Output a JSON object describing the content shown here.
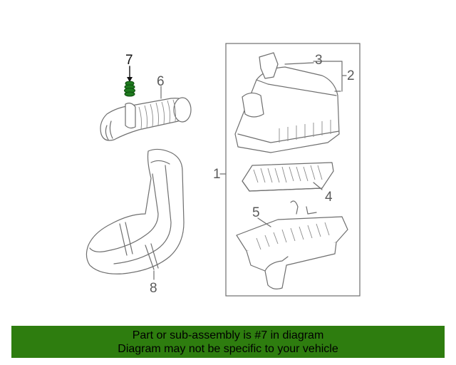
{
  "diagram": {
    "callouts": [
      {
        "id": "1",
        "label": "1"
      },
      {
        "id": "2",
        "label": "2"
      },
      {
        "id": "3",
        "label": "3"
      },
      {
        "id": "4",
        "label": "4"
      },
      {
        "id": "5",
        "label": "5"
      },
      {
        "id": "6",
        "label": "6"
      },
      {
        "id": "7",
        "label": "7"
      },
      {
        "id": "8",
        "label": "8"
      }
    ],
    "highlight_color": "#2e7d0f"
  },
  "banner": {
    "line1": "Part or sub-assembly is #7 in diagram",
    "line2": "Diagram may not be specific to your vehicle",
    "background": "#2e7d0f"
  }
}
